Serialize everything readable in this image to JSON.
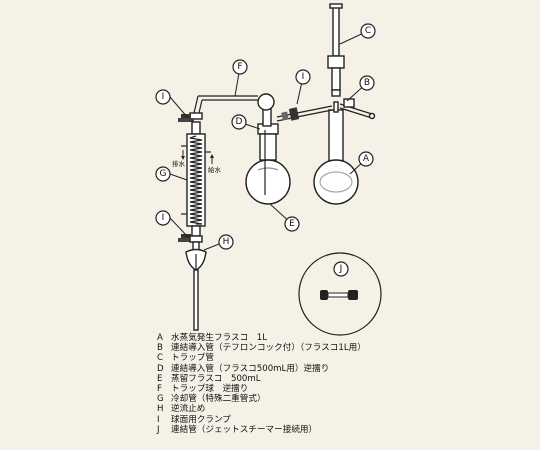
{
  "callouts": {
    "A": "A",
    "B": "B",
    "C": "C",
    "D": "D",
    "E": "E",
    "F": "F",
    "G": "G",
    "H": "H",
    "I": "I",
    "J": "J"
  },
  "labels": {
    "drain": "排水",
    "supply": "給水"
  },
  "legend": [
    {
      "letter": "A",
      "text": "水蒸気発生フラスコ　1L"
    },
    {
      "letter": "B",
      "text": "連結導入管（テフロンコック付）（フラスコ1L用）"
    },
    {
      "letter": "C",
      "text": "トラップ管"
    },
    {
      "letter": "D",
      "text": "連結導入管（フラスコ500mL用）逆擂り"
    },
    {
      "letter": "E",
      "text": "蒸留フラスコ　500mL"
    },
    {
      "letter": "F",
      "text": "トラップ球　逆擂り"
    },
    {
      "letter": "G",
      "text": "冷却管（特殊二重管式）"
    },
    {
      "letter": "H",
      "text": "逆流止め"
    },
    {
      "letter": "I",
      "text": "球面用クランプ"
    },
    {
      "letter": "J",
      "text": "連結管（ジェットスチーマー接続用）"
    }
  ]
}
